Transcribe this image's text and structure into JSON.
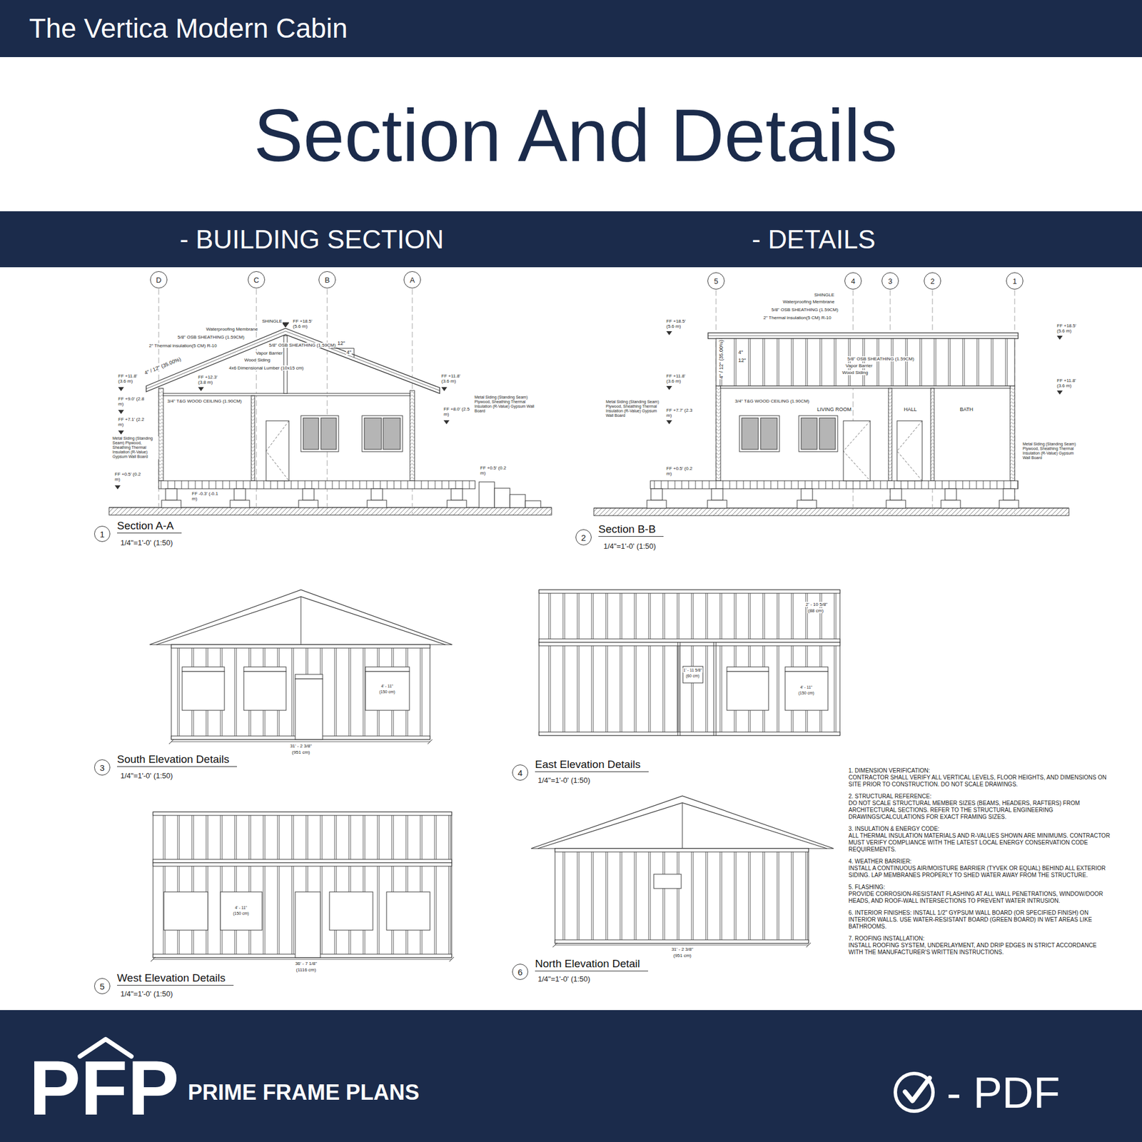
{
  "diagram": {
    "title": "Section And Details",
    "nodes": [
      {
        "text": [
          "The Vertica Modern Cabin"
        ]
      },
      {
        "text": [
          "- BUILDING SECTION",
          "- DETAILS"
        ]
      },
      {
        "text": [
          "D"
        ]
      },
      {
        "text": [
          "C"
        ]
      },
      {
        "text": [
          "B"
        ]
      },
      {
        "text": [
          "A"
        ]
      },
      {
        "text": [
          "5"
        ]
      },
      {
        "text": [
          "4"
        ]
      },
      {
        "text": [
          "3"
        ]
      },
      {
        "text": [
          "2"
        ]
      },
      {
        "text": [
          "1"
        ]
      },
      {
        "text": [
          "1",
          "Section A-A"
        ]
      },
      {
        "text": [
          "2",
          "Section B-B"
        ]
      },
      {
        "text": [
          "3",
          "South Elevation Details"
        ]
      },
      {
        "text": [
          "4",
          "East Elevation Details"
        ]
      },
      {
        "text": [
          "5",
          "West Elevation Details"
        ]
      },
      {
        "text": [
          "6",
          "North Elevation Detail"
        ]
      },
      {
        "text": [
          "PFP",
          "PRIME FRAME PLANS",
          "- PDF"
        ]
      }
    ],
    "labels": [
      "SHINGLE",
      "Waterproofing Membrane",
      "5/8\" OSB SHEATHING (1.59CM)",
      "2\" Thermal insulation(5 CM) R-10",
      "5/8\" OSB SHEATHING (1.59CM)",
      "Vapor Barrier",
      "Wood Siding",
      "4x6 Dimensional Lumber (10x15 cm)",
      "FF +18.5' (5.6 m)",
      "12\"",
      "4\"",
      "4\" / 12\" (35.00%)",
      "FF +11.8' (3.6 m)",
      "FF +12.3' (3.8 m)",
      "FF +11.8' (3.6 m)",
      "3/4\" T&G WOOD CEILING (1.90CM)",
      "FF +9.0' (2.8 m)",
      "FF +7.1' (2.2 m)",
      "FF +8.0' (2.5 m)",
      "Metal Siding (Standing Seam) Plywood, Sheathing Thermal Insulation (R-Value) Gypsum Wall Board",
      "Metal Siding (Standing Seam) Plywood, Sheathing Thermal Insulation (R-Value) Gypsum Wall Board",
      "FF +0.5' (0.2 m)",
      "FF +0.5' (0.2 m)",
      "FF -0.3' (-0.1 m)",
      "SHINGLE",
      "Waterproofing Membrane",
      "5/8\" OSB SHEATHING (1.59CM)",
      "2\" Thermal insulation(5 CM) R-10",
      "5/8\" OSB SHEATHING (1.59CM)",
      "Vapor Barrier",
      "Wood Siding",
      "FF +18.5' (5.6 m)",
      "FF +18.5' (5.6 m)",
      "FF +11.8' (3.6 m)",
      "FF +11.8' (3.6 m)",
      "FF +7.7' (2.3 m)",
      "FF +0.5' (0.2 m)",
      "3/4\" T&G WOOD CEILING (1.90CM)",
      "LIVING ROOM",
      "HALL",
      "BATH",
      "4\" / 12\" (35.00%)",
      "4\"",
      "12\"",
      "Metal Siding (Standing Seam) Plywood, Sheathing Thermal Insulation (R-Value) Gypsum Wall Board",
      "Metal Siding (Standing Seam) Plywood, Sheathing Thermal Insulation (R-Value) Gypsum Wall Board",
      "31' - 2 3/8\"",
      "(951 cm)",
      "31' - 2 3/8\"",
      "(951 cm)",
      "36' - 7 1/8\"",
      "(1116 cm)",
      "2' - 10 5/8\"",
      "(88 cm)",
      "4' - 11\"",
      "(150 cm)",
      "4' - 11\"",
      "(150 cm)",
      "4' - 11\"",
      "(150 cm)",
      "1' - 11 5/8\"",
      "(60 cm)",
      "1/4\"=1'-0' (1:50)",
      "1/4\"=1'-0' (1:50)",
      "1/4\"=1'-0' (1:50)",
      "1/4\"=1'-0' (1:50)",
      "1/4\"=1'-0' (1:50)",
      "1/4\"=1'-0' (1:50)",
      "1. DIMENSION VERIFICATION:",
      "CONTRACTOR SHALL VERIFY ALL VERTICAL LEVELS, FLOOR HEIGHTS, AND DIMENSIONS ON SITE PRIOR TO CONSTRUCTION. DO NOT SCALE DRAWINGS.",
      "2. STRUCTURAL REFERENCE:",
      "DO NOT SCALE STRUCTURAL MEMBER SIZES (BEAMS, HEADERS, RAFTERS) FROM ARCHITECTURAL SECTIONS. REFER TO THE STRUCTURAL ENGINEERING DRAWINGS/CALCULATIONS FOR EXACT FRAMING SIZES.",
      "3. INSULATION & ENERGY CODE:",
      "ALL THERMAL INSULATION MATERIALS AND R-VALUES SHOWN ARE MINIMUMS. CONTRACTOR MUST VERIFY COMPLIANCE WITH THE LATEST LOCAL ENERGY CONSERVATION CODE REQUIREMENTS.",
      "4. WEATHER BARRIER:",
      "INSTALL A CONTINUOUS AIR/MOISTURE BARRIER (TYVEK OR EQUAL) BEHIND ALL EXTERIOR SIDING. LAP MEMBRANES PROPERLY TO SHED WATER AWAY FROM THE STRUCTURE.",
      "5. FLASHING:",
      "PROVIDE CORROSION-RESISTANT FLASHING AT ALL WALL PENETRATIONS, WINDOW/DOOR HEADS, AND ROOF-WALL INTERSECTIONS TO PREVENT WATER INTRUSION.",
      "6. INTERIOR FINISHES: INSTALL 1/2\" GYPSUM WALL BOARD (OR SPECIFIED FINISH) ON INTERIOR WALLS. USE WATER-RESISTANT BOARD (GREEN BOARD) IN WET AREAS LIKE BATHROOMS.",
      "7. ROOFING INSTALLATION:",
      "INSTALL ROOFING SYSTEM, UNDERLAYMENT, AND DRIP EDGES IN STRICT ACCORDANCE WITH THE MANUFACTURER'S WRITTEN INSTRUCTIONS."
    ]
  }
}
